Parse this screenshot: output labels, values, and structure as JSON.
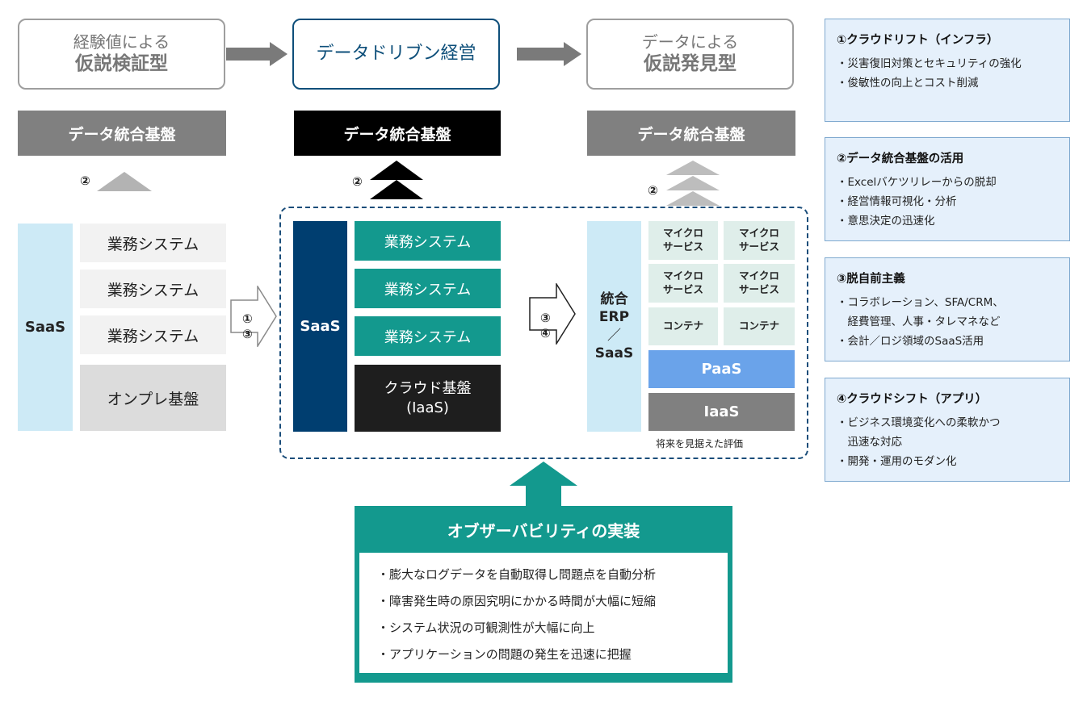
{
  "phases": [
    {
      "line1": "経験値による",
      "line2": "仮説検証型"
    },
    {
      "line1": "データドリブン経営"
    },
    {
      "line1": "データによる",
      "line2": "仮説発見型"
    }
  ],
  "platform_label": "データ統合基盤",
  "step_nums": {
    "two": "②",
    "one": "①",
    "three": "③",
    "four": "④"
  },
  "left": {
    "saas": "SaaS",
    "systems": [
      "業務システム",
      "業務システム",
      "業務システム"
    ],
    "onprem": "オンプレ基盤"
  },
  "middle": {
    "saas": "SaaS",
    "systems": [
      "業務システム",
      "業務システム",
      "業務システム"
    ],
    "cloud_line1": "クラウド基盤",
    "cloud_line2": "(IaaS)"
  },
  "right": {
    "erp_line1": "統合",
    "erp_line2": "ERP",
    "erp_line3": "／",
    "erp_line4": "SaaS",
    "micro_line1": "マイクロ",
    "micro_line2": "サービス",
    "container": "コンテナ",
    "paas": "PaaS",
    "iaas": "IaaS",
    "note": "将来を見据えた評価"
  },
  "observability": {
    "title": "オブザーバビリティの実装",
    "items": [
      "・膨大なログデータを自動取得し問題点を自動分析",
      "・障害発生時の原因究明にかかる時間が大幅に短縮",
      "・システム状況の可観測性が大幅に向上",
      "・アプリケーションの問題の発生を迅速に把握"
    ]
  },
  "panels": [
    {
      "title": "①クラウドリフト（インフラ）",
      "items": [
        "・災害復旧対策とセキュリティの強化",
        "・俊敏性の向上とコスト削減"
      ]
    },
    {
      "title": "②データ統合基盤の活用",
      "items": [
        "・Excelバケツリレーからの脱却",
        "・経営情報可視化・分析",
        "・意思決定の迅速化"
      ]
    },
    {
      "title": "③脱自前主義",
      "items": [
        "・コラボレーション、SFA/CRM、",
        "　経費管理、人事・タレマネなど",
        "・会計／ロジ領域のSaaS活用"
      ]
    },
    {
      "title": "④クラウドシフト（アプリ）",
      "items": [
        "・ビジネス環境変化への柔軟かつ",
        "　迅速な対応",
        "・開発・運用のモダン化"
      ]
    }
  ],
  "colors": {
    "navy": "#0e4f7a",
    "teal": "#13998e",
    "light_blue": "#cdeaf6",
    "paas_blue": "#6aa3ea",
    "dark_navy": "#003e70"
  }
}
